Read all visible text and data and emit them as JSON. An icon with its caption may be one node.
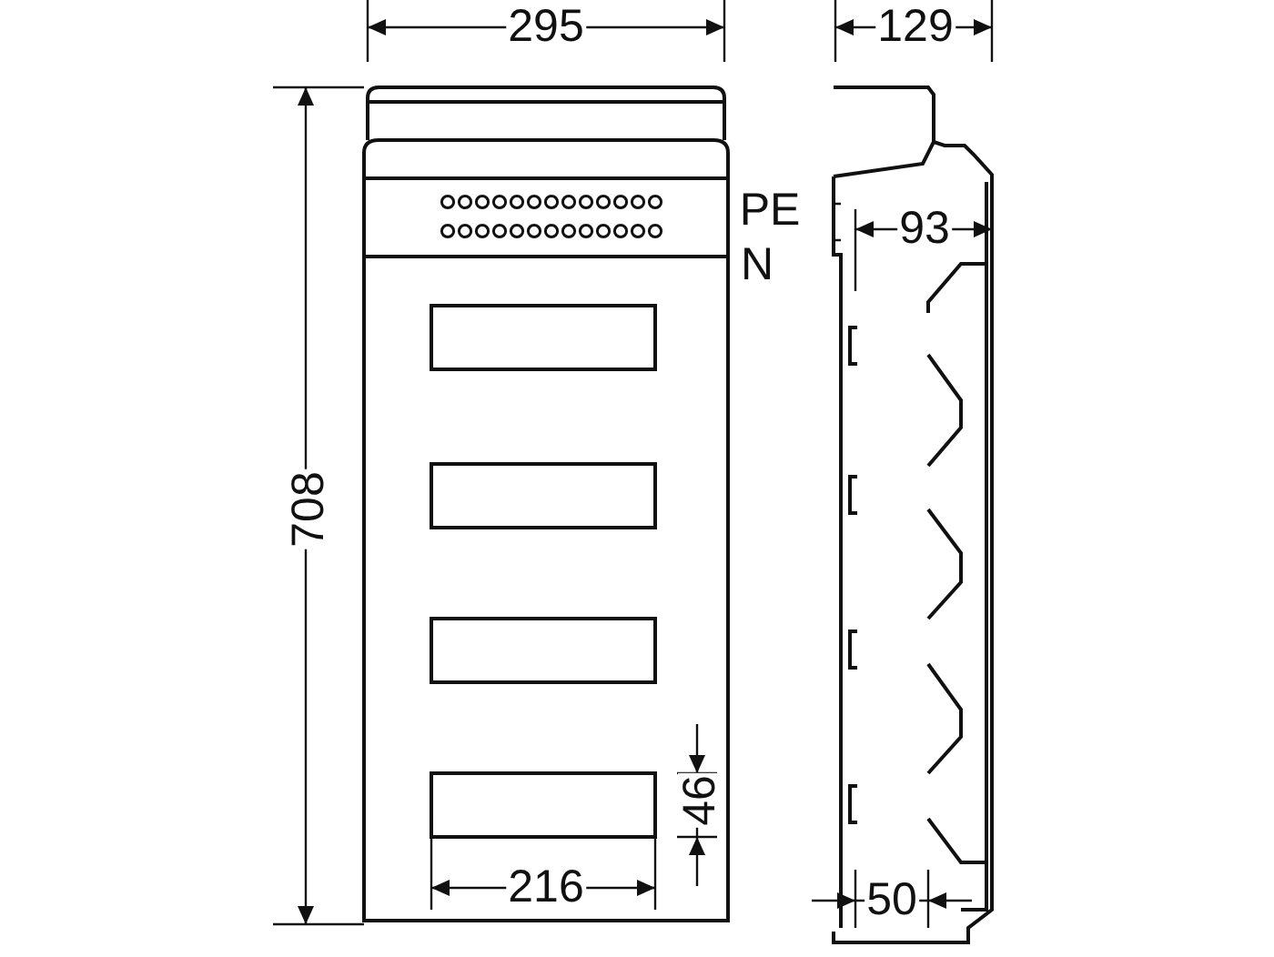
{
  "diagram": {
    "labels": [
      "295",
      "129",
      "PE",
      "N",
      "93",
      "708",
      "46",
      "216",
      "50"
    ]
  }
}
